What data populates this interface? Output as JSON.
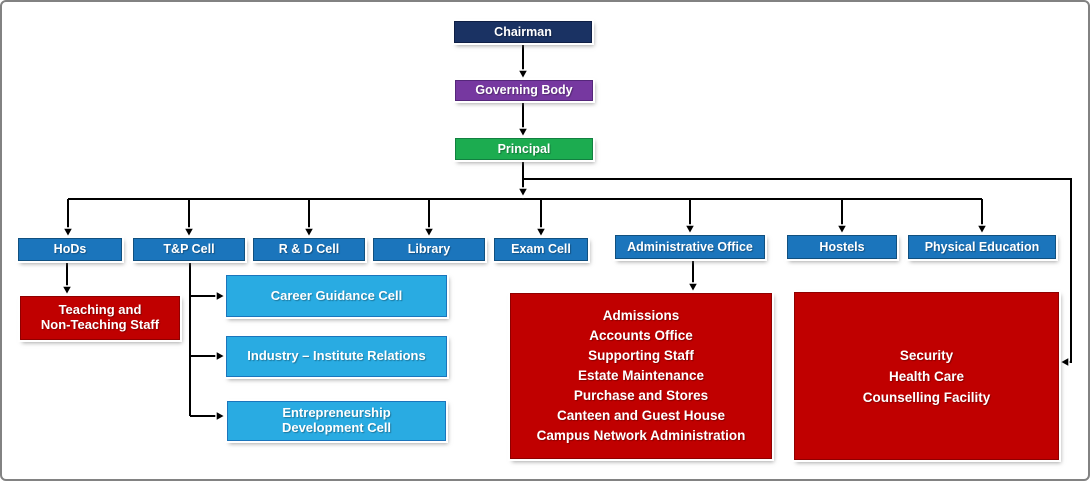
{
  "frame": {
    "background": "#ffffff",
    "border_color": "#828282"
  },
  "palette": {
    "navy": "#1A3263",
    "purple": "#7638A0",
    "green": "#1CAC50",
    "blue": "#1B75BC",
    "cyan": "#29ABE2",
    "red": "#C00000",
    "connector": "#000000",
    "connector_halo": "#ffffff",
    "text": "#ffffff"
  },
  "nodes": {
    "chairman": {
      "label": "Chairman"
    },
    "governing_body": {
      "label": "Governing Body"
    },
    "principal": {
      "label": "Principal"
    },
    "hods": {
      "label": "HoDs"
    },
    "tp_cell": {
      "label": "T&P Cell"
    },
    "rd_cell": {
      "label": "R & D Cell"
    },
    "library": {
      "label": "Library"
    },
    "exam_cell": {
      "label": "Exam Cell"
    },
    "admin_office": {
      "label": "Administrative Office"
    },
    "hostels": {
      "label": "Hostels"
    },
    "physical_education": {
      "label": "Physical Education"
    },
    "teaching_staff": {
      "lines": [
        "Teaching and",
        "Non-Teaching Staff"
      ]
    },
    "career_guidance": {
      "label": "Career Guidance Cell"
    },
    "industry_institute": {
      "label": "Industry – Institute Relations"
    },
    "entrepreneurship": {
      "lines": [
        "Entrepreneurship",
        "Development Cell"
      ]
    },
    "admin_units": {
      "lines": [
        "Admissions",
        "Accounts Office",
        "Supporting Staff",
        "Estate Maintenance",
        "Purchase and Stores",
        "Canteen and Guest House",
        "Campus Network Administration"
      ]
    },
    "support_services": {
      "lines": [
        "Security",
        "Health Care",
        "Counselling Facility"
      ]
    }
  },
  "edges": [
    {
      "from": "chairman",
      "to": "governing_body"
    },
    {
      "from": "governing_body",
      "to": "principal"
    },
    {
      "from": "principal",
      "to": "hods"
    },
    {
      "from": "principal",
      "to": "tp_cell"
    },
    {
      "from": "principal",
      "to": "rd_cell"
    },
    {
      "from": "principal",
      "to": "library"
    },
    {
      "from": "principal",
      "to": "exam_cell"
    },
    {
      "from": "principal",
      "to": "admin_office"
    },
    {
      "from": "principal",
      "to": "hostels"
    },
    {
      "from": "principal",
      "to": "physical_education"
    },
    {
      "from": "principal",
      "to": "support_services"
    },
    {
      "from": "hods",
      "to": "teaching_staff"
    },
    {
      "from": "tp_cell",
      "to": "career_guidance"
    },
    {
      "from": "tp_cell",
      "to": "industry_institute"
    },
    {
      "from": "tp_cell",
      "to": "entrepreneurship"
    },
    {
      "from": "admin_office",
      "to": "admin_units"
    }
  ]
}
